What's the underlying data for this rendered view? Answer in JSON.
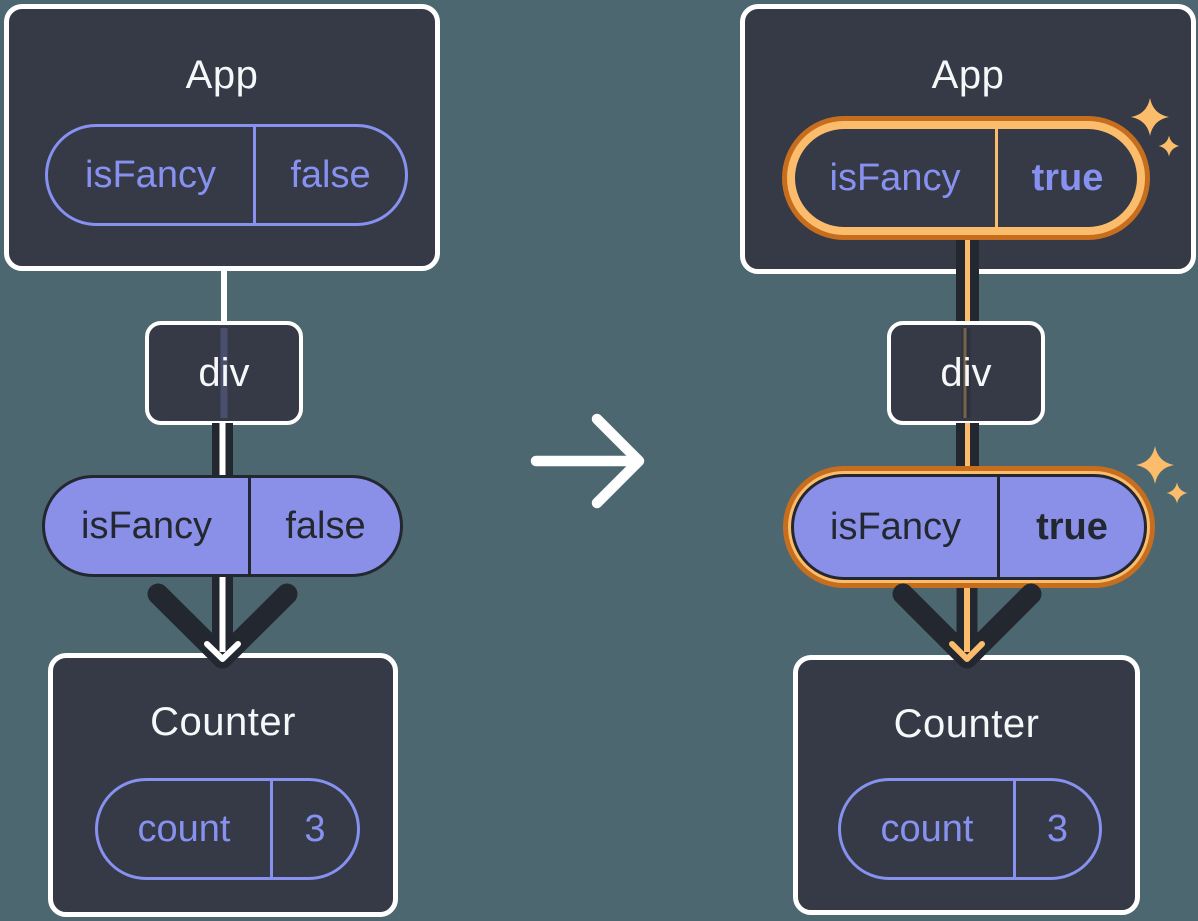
{
  "colors": {
    "background": "#4d6770",
    "box_fill": "#353a46",
    "white": "#ffffff",
    "purple_outline": "#8791f0",
    "purple_fill": "#8a90e8",
    "ink_dark": "#23272f",
    "highlight_light": "#fbbd6b",
    "highlight_dark": "#c76e1e"
  },
  "icons": {
    "transition": "arrow-right-icon",
    "flow": "arrow-down-icon",
    "highlight": "sparkle-icon"
  },
  "diagrams": {
    "before": {
      "app": {
        "title": "App",
        "prop_name": "isFancy",
        "prop_value": "false"
      },
      "div_label": "div",
      "passed_prop": {
        "name": "isFancy",
        "value": "false"
      },
      "counter": {
        "title": "Counter",
        "state_name": "count",
        "state_value": "3"
      }
    },
    "after": {
      "app": {
        "title": "App",
        "prop_name": "isFancy",
        "prop_value": "true"
      },
      "div_label": "div",
      "passed_prop": {
        "name": "isFancy",
        "value": "true"
      },
      "counter": {
        "title": "Counter",
        "state_name": "count",
        "state_value": "3"
      }
    }
  }
}
